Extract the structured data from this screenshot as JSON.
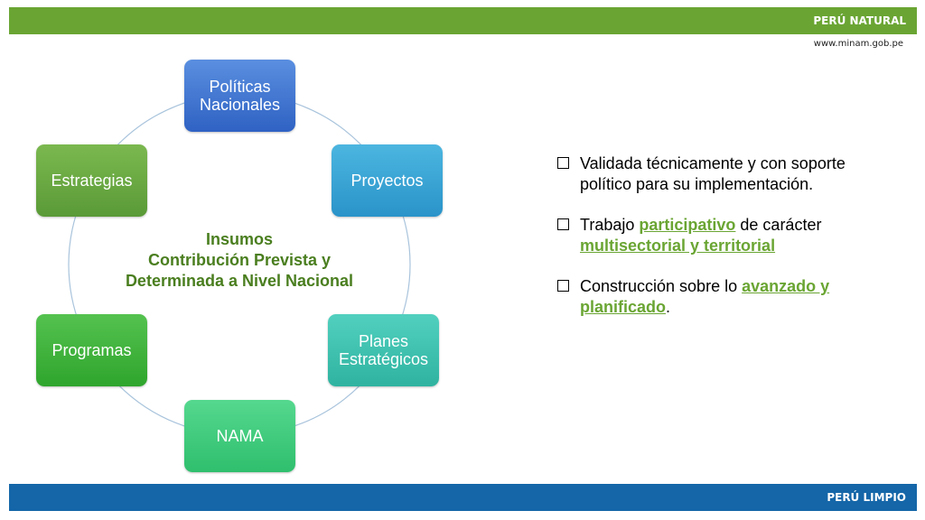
{
  "header": {
    "brand": "PERÚ NATURAL",
    "url": "www.minam.gob.pe"
  },
  "footer": {
    "brand": "PERÚ LIMPIO"
  },
  "colors": {
    "header_green": "#6aa533",
    "footer_blue": "#1466a8",
    "center_text": "#4a7e1f",
    "highlight": "#6aa533"
  },
  "cycle": {
    "center": {
      "line1": "Insumos",
      "line2": "Contribución Prevista y",
      "line3": "Determinada a Nivel Nacional"
    },
    "nodes": {
      "politicas": {
        "label": "Políticas Nacionales"
      },
      "proyectos": {
        "label": "Proyectos"
      },
      "planes": {
        "label": "Planes Estratégicos"
      },
      "nama": {
        "label": "NAMA"
      },
      "programas": {
        "label": "Programas"
      },
      "estrategias": {
        "label": "Estrategias"
      }
    }
  },
  "bullets": [
    {
      "text": "Validada técnicamente y con soporte político para su implementación."
    },
    {
      "pre": "Trabajo ",
      "hl1": "participativo",
      "mid": " de carácter ",
      "hl2": "multisectorial y territorial"
    },
    {
      "pre": "Construcción sobre lo ",
      "hl1": "avanzado y planificado",
      "post": "."
    }
  ]
}
